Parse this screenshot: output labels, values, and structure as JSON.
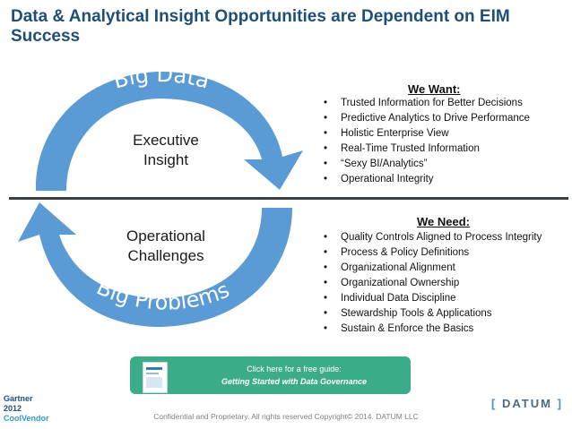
{
  "title": "Data & Analytical Insight Opportunities are Dependent on EIM Success",
  "cycle": {
    "top_arc_label": "Big Data",
    "bottom_arc_label": "Big Problems",
    "top_inner": [
      "Executive",
      "Insight"
    ],
    "bottom_inner": [
      "Operational",
      "Challenges"
    ],
    "arrow_color": "#5b9bd5"
  },
  "want": {
    "heading": "We Want:",
    "items": [
      "Trusted Information for Better Decisions",
      "Predictive Analytics to Drive Performance",
      "Holistic Enterprise View",
      "Real-Time Trusted Information",
      "“Sexy BI/Analytics”",
      "Operational Integrity"
    ]
  },
  "need": {
    "heading": "We Need:",
    "items": [
      "Quality Controls Aligned to Process Integrity",
      "Process & Policy Definitions",
      "Organizational Alignment",
      "Organizational Ownership",
      "Individual Data Discipline",
      "Stewardship Tools & Applications",
      "Sustain & Enforce the Basics"
    ]
  },
  "guide": {
    "line1": "Click here for a free guide:",
    "line2": "Getting Started with Data Governance",
    "color": "#3cab8a"
  },
  "gartner": {
    "line1": "Gartner 2012",
    "line2": "CoolVendor"
  },
  "footer": "Confidential and Proprietary. All rights reserved Copyright© 2014. DATUM LLC",
  "logo": {
    "left": "[",
    "name": "DATUM",
    "right": "]"
  }
}
